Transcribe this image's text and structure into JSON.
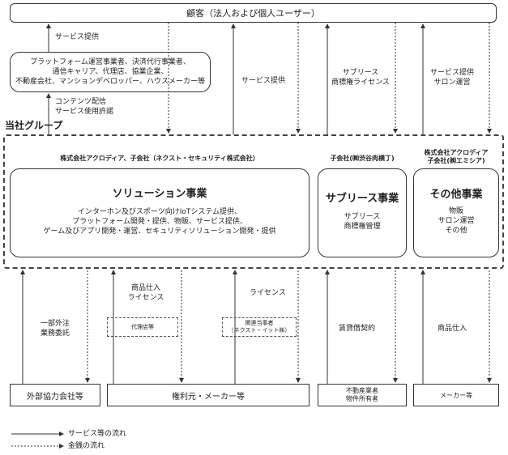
{
  "customer": "顧客（法人および個人ユーザー）",
  "group_label": "当社グループ",
  "platform_box": [
    "プラットフォーム運営事業者、決済代行事業者、",
    "通信キャリア、代理店、協業企業、",
    "不動産会社、マンションデベロッパー、ハウスメーカー等"
  ],
  "labels": {
    "service_provide_left": "サービス提供",
    "content_delivery": [
      "コンテンツ配信",
      "サービス使用許諾"
    ],
    "service_provide_mid": "サービス提供",
    "sublease_right": [
      "サブリース",
      "商標権ライセンス"
    ],
    "service_salon": [
      "サービス提供",
      "サロン運営"
    ],
    "outsourcing": [
      "一部外注",
      "業務委託"
    ],
    "goods_license": [
      "商品仕入",
      "ライセンス"
    ],
    "license": "ライセンス",
    "lease_contract": "賃貸借契約",
    "goods_purchase": "商品仕入"
  },
  "companies": {
    "solution": "株式会社アクロディア、子会社（ネクスト・セキュリティ株式会社）",
    "sublease": "子会社(㈱渋谷肉横丁)",
    "other": [
      "株式会社アクロディア",
      "子会社(㈱エミシア)"
    ]
  },
  "business": {
    "solution": {
      "title": "ソリューション事業",
      "desc": [
        "インターホン及びスポーツ向けIoTシステム提供、",
        "プラットフォーム開発・提供、物販、サービス提供、",
        "ゲーム及びアプリ開発・運営、セキュリティソリューション開発・提供"
      ]
    },
    "sublease": {
      "title": "サブリース事業",
      "desc": [
        "サブリース",
        "商標権管理"
      ]
    },
    "other": {
      "title": "その他事業",
      "desc": [
        "物販",
        "サロン運営",
        "その他"
      ]
    }
  },
  "mid_boxes": {
    "agency": "代理店等",
    "related": [
      "関連当事者",
      "（ネクスト・イット㈱）"
    ]
  },
  "bottom": {
    "outsource": "外部協力会社等",
    "rights": "権利元・メーカー等",
    "realestate": [
      "不動産業者",
      "物件所有者"
    ],
    "maker": "メーカー等"
  },
  "legend": {
    "service": "サービス等の流れ",
    "money": "金銭の流れ"
  }
}
